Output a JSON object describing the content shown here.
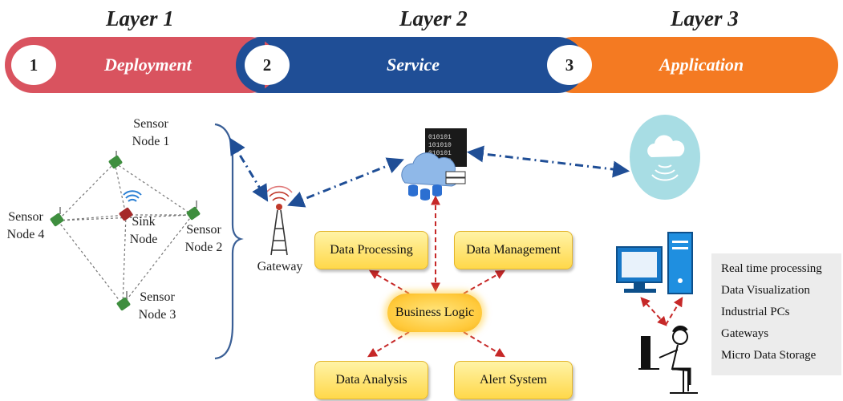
{
  "layers": [
    {
      "title": "Layer 1",
      "number": "1",
      "label": "Deployment",
      "color": "#d9535f"
    },
    {
      "title": "Layer 2",
      "number": "2",
      "label": "Service",
      "color": "#1f4e96"
    },
    {
      "title": "Layer 3",
      "number": "3",
      "label": "Application",
      "color": "#f47a22"
    }
  ],
  "sensor_network": {
    "nodes": [
      {
        "line1": "Sensor",
        "line2": "Node 1"
      },
      {
        "line1": "Sensor",
        "line2": "Node 2"
      },
      {
        "line1": "Sensor",
        "line2": "Node 3"
      },
      {
        "line1": "Sensor",
        "line2": "Node 4"
      }
    ],
    "sink": {
      "line1": "Sink",
      "line2": "Node"
    }
  },
  "gateway_label": "Gateway",
  "service_boxes": {
    "data_processing": "Data Processing",
    "data_management": "Data Management",
    "business_logic": "Business Logic",
    "data_analysis": "Data Analysis",
    "alert_system": "Alert System"
  },
  "application_items": [
    "Real time processing",
    "Data Visualization",
    "Industrial PCs",
    "Gateways",
    "Micro Data Storage"
  ]
}
